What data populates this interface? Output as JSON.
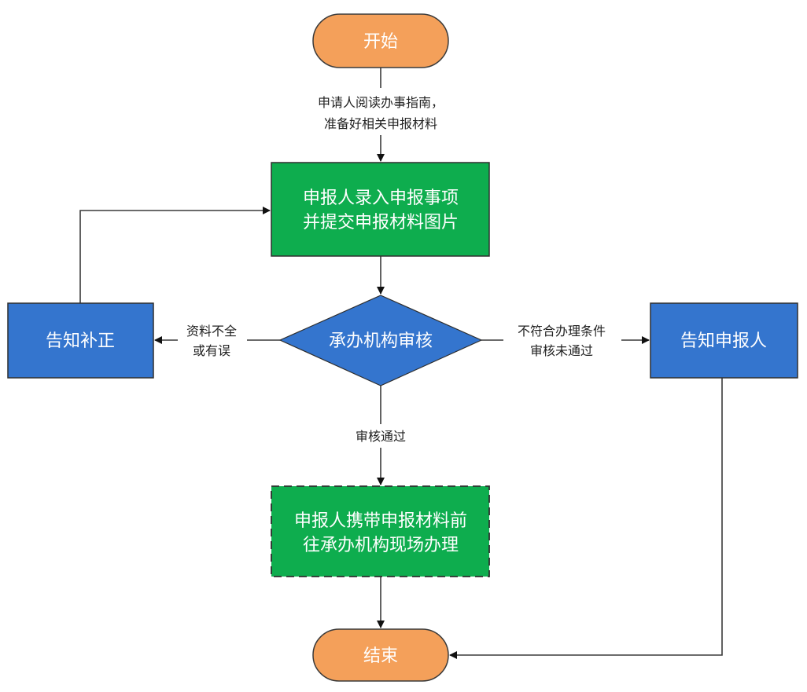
{
  "colors": {
    "terminal": "#F4A05A",
    "process": "#0EAD4E",
    "decision": "#3475CE",
    "notice": "#3475CE",
    "line": "#3a3a3a",
    "node_text": "#ffffff",
    "label_text": "#222222"
  },
  "nodes": {
    "start": {
      "label": "开始",
      "shape": "terminal"
    },
    "submit": {
      "lines": [
        "申报人录入申报事项",
        "并提交申报材料图片"
      ],
      "shape": "process"
    },
    "review": {
      "label": "承办机构审核",
      "shape": "decision"
    },
    "correct": {
      "label": "告知补正",
      "shape": "process"
    },
    "notify": {
      "label": "告知申报人",
      "shape": "process"
    },
    "onsite": {
      "lines": [
        "申报人携带申报材料前",
        "往承办机构现场办理"
      ],
      "shape": "process-dashed"
    },
    "end": {
      "label": "结束",
      "shape": "terminal"
    }
  },
  "edges": {
    "start_to_submit": {
      "lines": [
        "申请人阅读办事指南，",
        "准备好相关申报材料"
      ]
    },
    "review_to_correct": {
      "lines": [
        "资料不全",
        "或有误"
      ]
    },
    "review_to_notify": {
      "lines": [
        "不符合办理条件",
        "审核未通过"
      ]
    },
    "review_to_onsite": {
      "lines": [
        "审核通过"
      ]
    },
    "correct_to_submit": {
      "lines": []
    },
    "onsite_to_end": {
      "lines": []
    },
    "notify_to_end": {
      "lines": []
    }
  }
}
